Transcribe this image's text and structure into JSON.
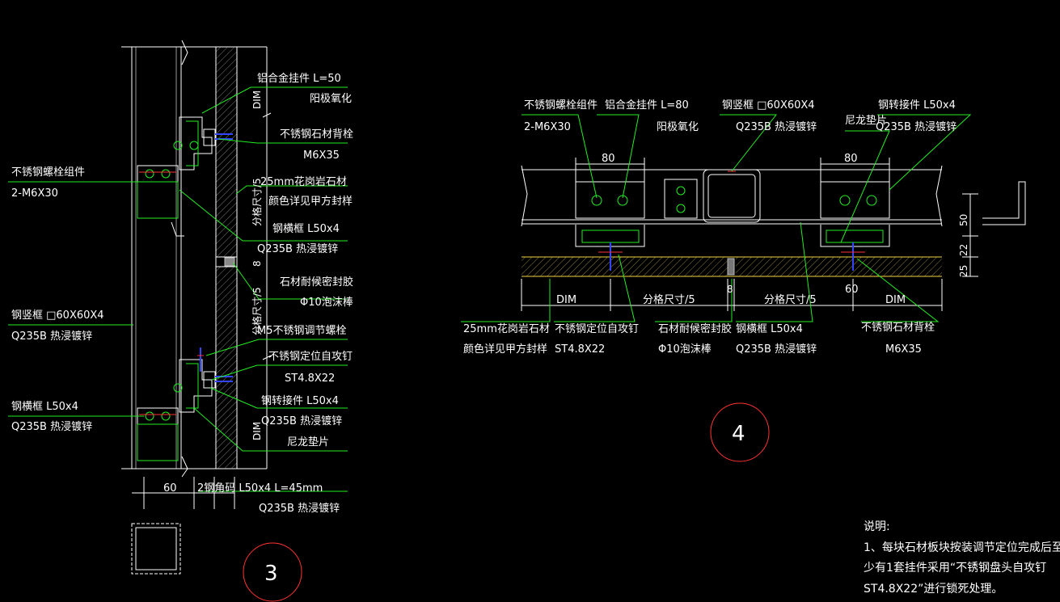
{
  "detail3": {
    "labels": {
      "bolt_assembly": "不锈钢螺栓组件",
      "bolt_spec": "2-M6X30",
      "alu_hanger": "铝合金挂件 L=50",
      "anodized": "阳极氧化",
      "ss_back_bolt": "不锈钢石材背栓",
      "ss_back_bolt_spec": "M6X35",
      "granite": "25mm花岗岩石材",
      "granite_color": "颜色详见甲方封样",
      "steel_beam": "钢横框 L50x4",
      "steel_beam_grade": "Q235B 热浸镀锌",
      "sealant": "石材耐候密封胶",
      "foam_rod": "Φ10泡沫棒",
      "m5_bolt": "M5不锈钢调节螺栓",
      "self_tap": "不锈钢定位自攻钉",
      "self_tap_spec": "ST4.8X22",
      "steel_connector": "钢转接件 L50x4",
      "steel_connector_grade": "Q235B 热浸镀锌",
      "nylon_pad": "尼龙垫片",
      "steel_column": "钢竖框 □60X60X4",
      "steel_column_grade": "Q235B 热浸镀锌",
      "steel_beam2": "钢横框 L50x4",
      "steel_beam2_grade": "Q235B 热浸镀锌",
      "angle_code": "2钢角码 L50x4 L=45mm",
      "angle_grade": "Q235B 热浸镀锌",
      "dim_top": "DIM",
      "dim_bottom": "DIM",
      "grid_a": "分格尺寸/5",
      "grid_b": "分格尺寸/5",
      "dim_60": "60",
      "dim_8": "8",
      "number": "3"
    }
  },
  "detail4": {
    "labels": {
      "bolt_assembly": "不锈钢螺栓组件",
      "bolt_spec": "2-M6X30",
      "alu_hanger": "铝合金挂件 L=80",
      "anodized": "阳极氧化",
      "steel_column": "钢竖框 □60X60X4",
      "steel_column_grade": "Q235B 热浸镀锌",
      "steel_connector": "钢转接件 L50x4",
      "steel_connector_grade": "Q235B 热浸镀锌",
      "nylon_pad": "尼龙垫片",
      "dim_80a": "80",
      "dim_80b": "80",
      "dim_50": "50",
      "dim_25": "25",
      "dim_22": "22",
      "dim_60": "60",
      "dim_8": "8",
      "dim_left": "DIM",
      "dim_right": "DIM",
      "grid_a": "分格尺寸/5",
      "grid_b": "分格尺寸/5",
      "granite": "25mm花岗岩石材",
      "granite_color": "颜色详见甲方封样",
      "self_tap": "不锈钢定位自攻钉",
      "self_tap_spec": "ST4.8X22",
      "sealant": "石材耐候密封胶",
      "foam_rod": "Φ10泡沫棒",
      "steel_beam": "钢横框 L50x4",
      "steel_beam_grade": "Q235B 热浸镀锌",
      "ss_back_bolt": "不锈钢石材背栓",
      "ss_back_bolt_spec": "M6X35",
      "number": "4"
    }
  },
  "notes": {
    "title": "说明:",
    "line1": "1、每块石材板块按装调节定位完成后至",
    "line2": "少有1套挂件采用“不锈钢盘头自攻钉",
    "line3": "ST4.8X22”进行锁死处理。"
  },
  "colors": {
    "background": "#000000",
    "leader": "#22ee22",
    "text": "#ffffff",
    "hatch": "#f5d442",
    "marker": "#ff3333",
    "bolt": "#3344ff"
  }
}
